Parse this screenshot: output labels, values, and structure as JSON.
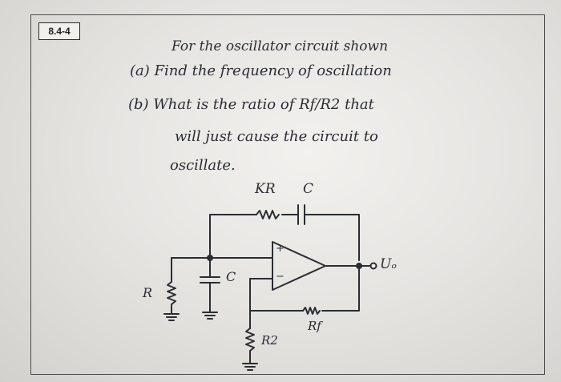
{
  "problem_label": "8.4-4",
  "lines": [
    "For the oscillator circuit shown",
    "(a) Find the frequency of oscillation",
    "(b) What is the ratio of Rf/R2 that",
    "will just cause the circuit to",
    "oscillate."
  ],
  "circuit_labels": {
    "kr": "KR",
    "c_top": "C",
    "c_mid": "C",
    "r_left": "R",
    "output": "Uₒ",
    "rf": "Rf",
    "r2": "R2",
    "plus": "+",
    "minus": "−"
  }
}
